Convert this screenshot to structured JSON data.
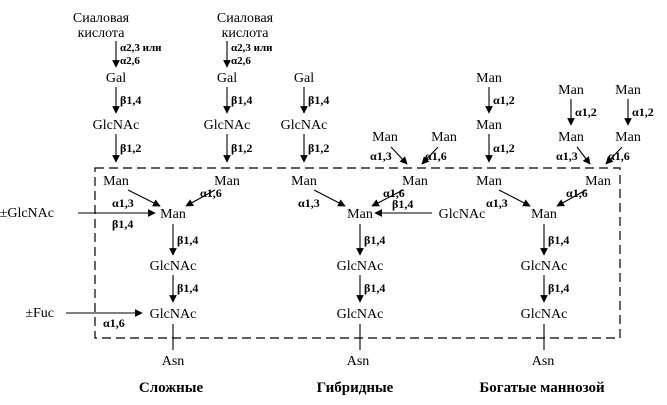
{
  "labels": {
    "sialic": [
      "Сиаловая",
      "кислота"
    ],
    "gal": "Gal",
    "glcnac": "GlcNAc",
    "man": "Man",
    "fuc_opt": "±Fuc",
    "glcnac_opt": "±GlcNAc",
    "asn": "Asn"
  },
  "linkages": {
    "a23_or": "α2,3 или",
    "a26": "α2,6",
    "b14": "β1,4",
    "b12": "β1,2",
    "a13": "α1,3",
    "a16": "α1,6",
    "a12": "α1,2"
  },
  "captions": {
    "complex": "Сложные",
    "hybrid": "Гибридные",
    "high_mannose": "Богатые маннозой"
  }
}
